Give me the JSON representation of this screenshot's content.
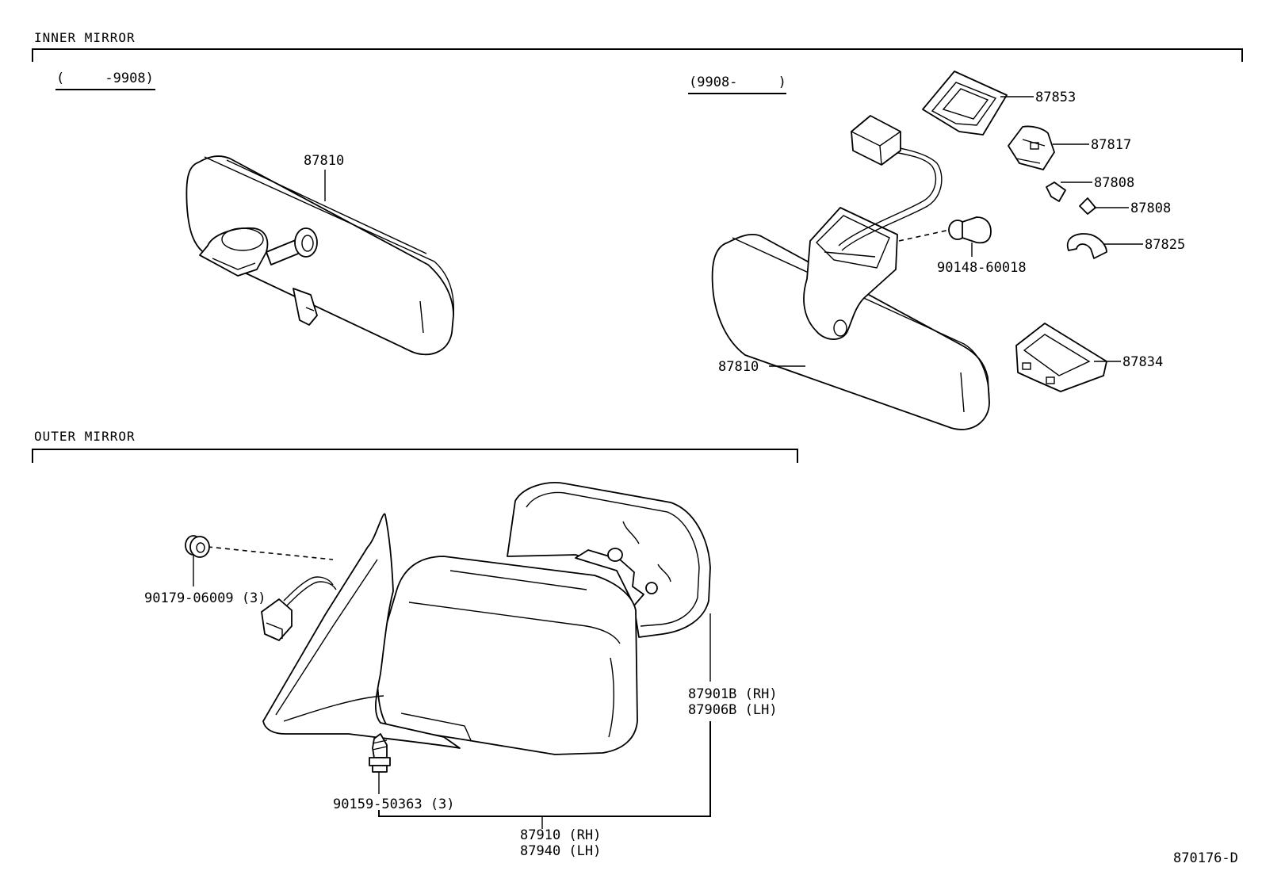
{
  "sections": {
    "inner": {
      "title": "INNER MIRROR"
    },
    "outer": {
      "title": "OUTER MIRROR"
    }
  },
  "inner_mirror": {
    "date_range_before": "(     -9908)",
    "date_range_after": "(9908-     )",
    "part_mirror_before": "87810",
    "part_mirror_after": "87810",
    "part_cover_upper": "87853",
    "part_bracket": "87817",
    "part_clip_a": "87808",
    "part_clip_b": "87808",
    "part_clamp": "87825",
    "part_cover_lower": "87834",
    "part_bulb": "90148-60018"
  },
  "outer_mirror": {
    "part_clip": "90179-06009 (3)",
    "part_screw": "90159-50363 (3)",
    "part_mirror_rh": "87901B (RH)",
    "part_mirror_lh": "87906B (LH)",
    "part_assy_rh": "87910 (RH)",
    "part_assy_lh": "87940 (LH)"
  },
  "diagram_code": "870176-D"
}
